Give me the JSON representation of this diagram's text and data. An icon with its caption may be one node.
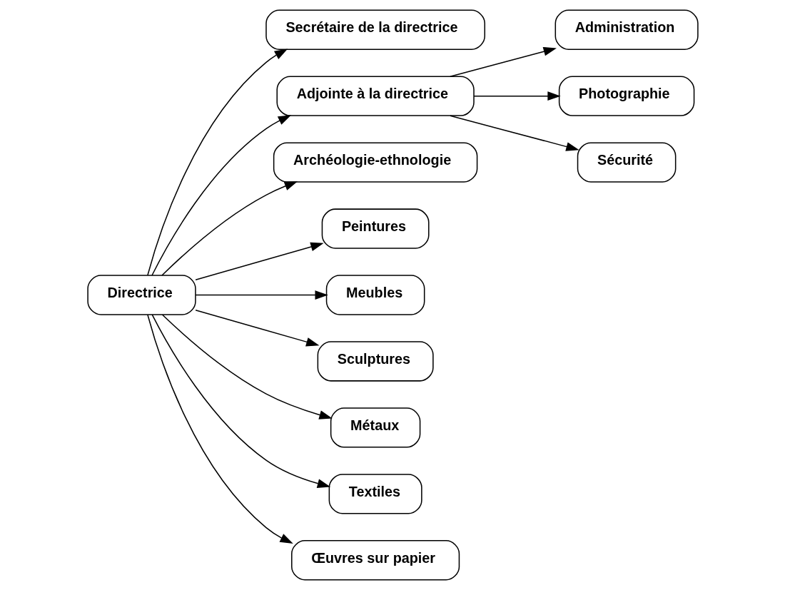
{
  "diagram": {
    "nodes": [
      {
        "text": [
          "Directrice"
        ]
      },
      {
        "text": [
          "Secrétaire de la directrice"
        ]
      },
      {
        "text": [
          "Adjointe à la directrice"
        ]
      },
      {
        "text": [
          "Administration"
        ]
      },
      {
        "text": [
          "Photographie"
        ]
      },
      {
        "text": [
          "Sécurité"
        ]
      },
      {
        "text": [
          "Archéologie-ethnologie"
        ]
      },
      {
        "text": [
          "Peintures"
        ]
      },
      {
        "text": [
          "Meubles"
        ]
      },
      {
        "text": [
          "Sculptures"
        ]
      },
      {
        "text": [
          "Métaux"
        ]
      },
      {
        "text": [
          "Textiles"
        ]
      },
      {
        "text": [
          "Œuvres sur papier"
        ]
      }
    ],
    "edges": [
      {
        "from": 0,
        "to": 1,
        "arrow": "to"
      },
      {
        "from": 0,
        "to": 2,
        "arrow": "to"
      },
      {
        "from": 2,
        "to": 3,
        "arrow": "to"
      },
      {
        "from": 2,
        "to": 4,
        "arrow": "to"
      },
      {
        "from": 2,
        "to": 5,
        "arrow": "to"
      },
      {
        "from": 0,
        "to": 6,
        "arrow": "to"
      },
      {
        "from": 0,
        "to": 7,
        "arrow": "to"
      },
      {
        "from": 0,
        "to": 8,
        "arrow": "to"
      },
      {
        "from": 0,
        "to": 9,
        "arrow": "to"
      },
      {
        "from": 0,
        "to": 10,
        "arrow": "to"
      },
      {
        "from": 0,
        "to": 11,
        "arrow": "to"
      },
      {
        "from": 0,
        "to": 12,
        "arrow": "to"
      }
    ]
  }
}
